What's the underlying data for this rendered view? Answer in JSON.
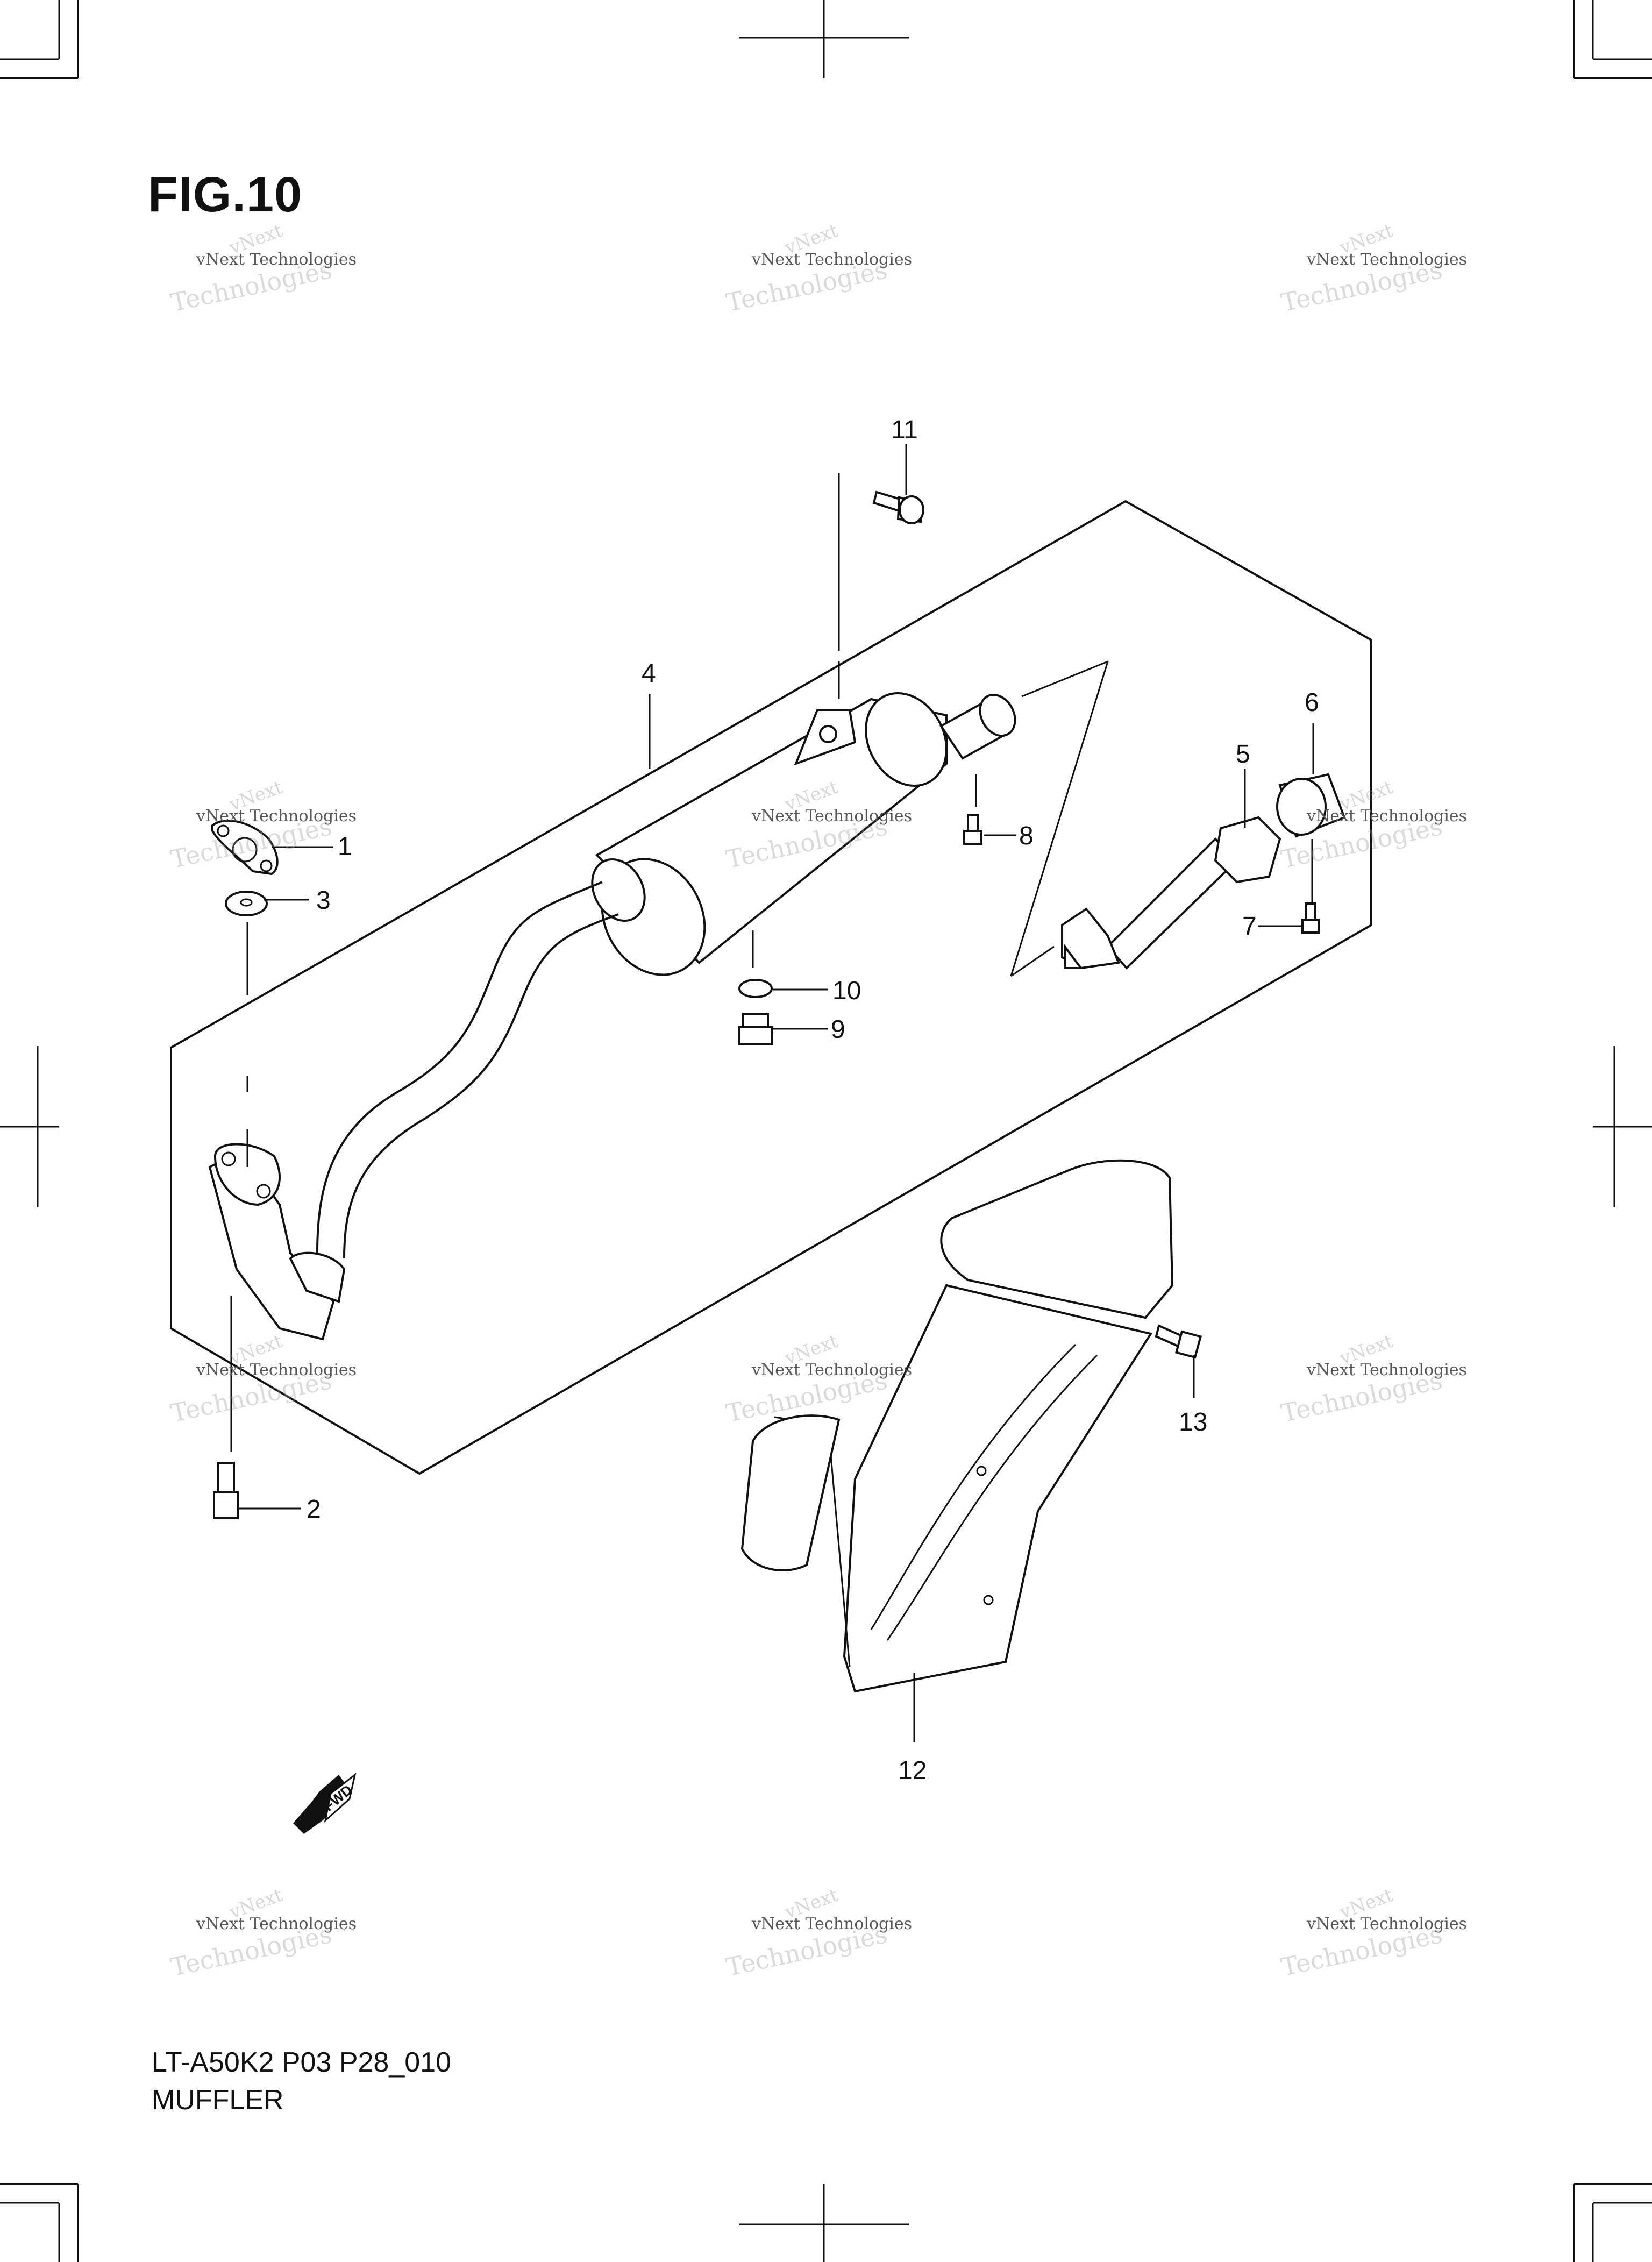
{
  "figure": {
    "title": "FIG.10"
  },
  "callouts": [
    "1",
    "2",
    "3",
    "4",
    "5",
    "6",
    "7",
    "8",
    "9",
    "10",
    "11",
    "12",
    "13"
  ],
  "watermark": {
    "line1": "vNext",
    "line2": "vNext Technologies",
    "line3": "Technologies"
  },
  "footer": {
    "code": "LT-A50K2 P03 P28_010",
    "name": "MUFFLER"
  },
  "fwd_label": "FWD"
}
